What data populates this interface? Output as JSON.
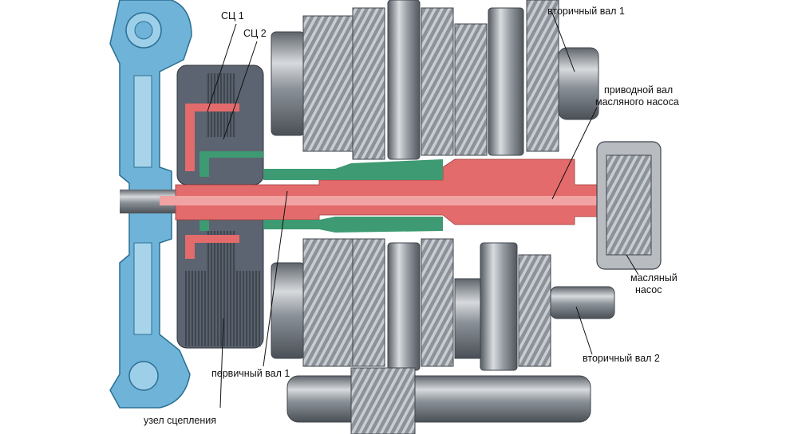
{
  "labels": {
    "sc1": "СЦ 1",
    "sc2": "СЦ 2",
    "output_shaft_1": "вторичный вал 1",
    "pump_drive_shaft_l1": "приводной вал",
    "pump_drive_shaft_l2": "масляного насоса",
    "oil_pump_l1": "масляный",
    "oil_pump_l2": "насос",
    "output_shaft_2": "вторичный вал 2",
    "input_shaft_1": "первичный вал 1",
    "clutch_unit": "узел сцепления"
  },
  "colors": {
    "housing_blue": "#6fb4d8",
    "shaft_red": "#e36b6b",
    "shaft_green": "#3d9a72",
    "steel": "#9aa0a6",
    "clutch_dark": "#4d5561"
  }
}
